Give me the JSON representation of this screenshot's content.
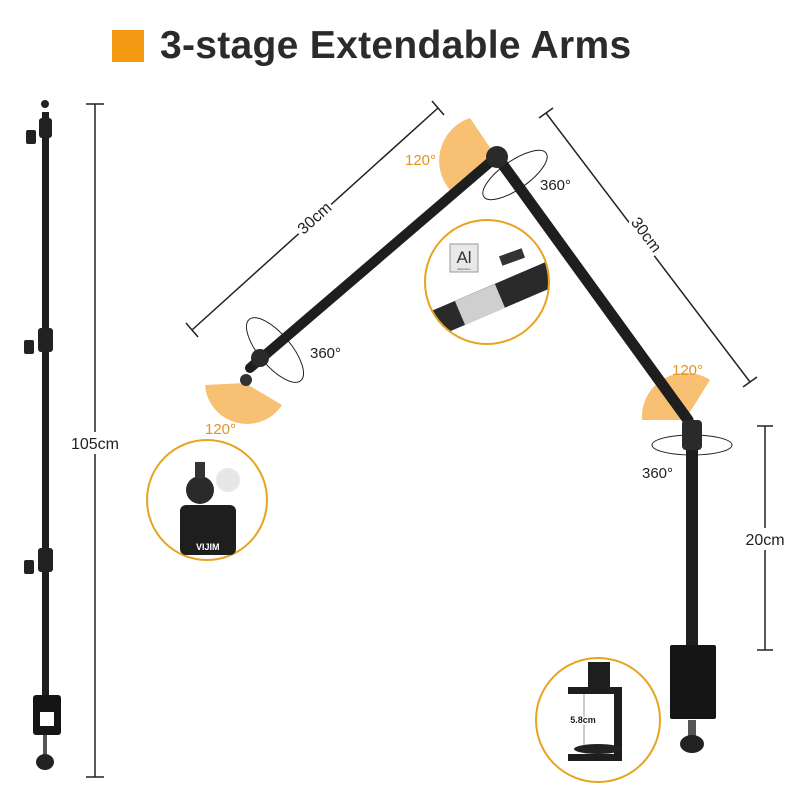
{
  "title": {
    "text": "3-stage Extendable Arms"
  },
  "colors": {
    "accent": "#F39A12",
    "wedge": "#F6B55A",
    "metal": "#1e1e1e",
    "ring": "#E8A320"
  },
  "dimensions": {
    "total_height": "105cm",
    "arm_upper": "30cm",
    "arm_right": "30cm",
    "lower_pole": "20cm"
  },
  "angles": {
    "top_tilt": "120°",
    "top_rotate": "360°",
    "left_rotate": "360°",
    "left_tilt": "120°",
    "right_tilt": "120°",
    "right_rotate": "360°"
  },
  "callouts": {
    "material_badge": "Al",
    "material_badge_sub": "Aluminum",
    "clamp_opening": "5.8cm",
    "brand": "VIJIM"
  }
}
